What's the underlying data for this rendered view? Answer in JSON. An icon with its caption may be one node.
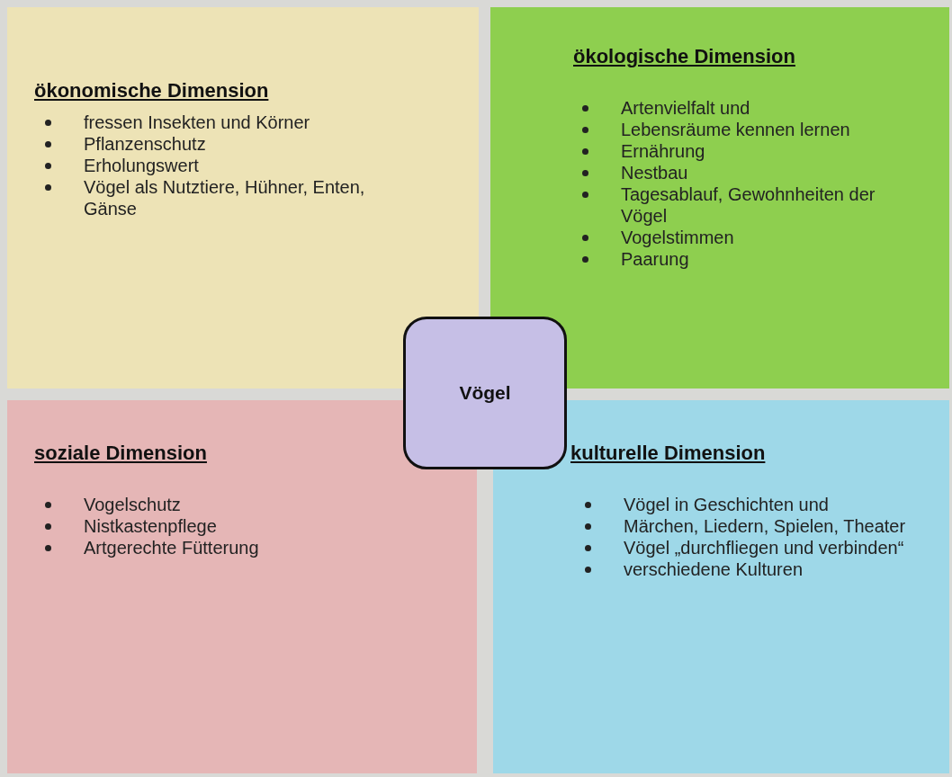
{
  "diagram": {
    "nodes": [
      {
        "text": [
          "ökonomische Dimension",
          "fressen Insekten und Körner",
          "Pflanzenschutz",
          "Erholungswert",
          "Vögel als Nutztiere, Hühner, Enten, Gänse"
        ]
      },
      {
        "text": [
          "ökologische Dimension",
          "Artenvielfalt und",
          "Lebensräume kennen lernen",
          "Ernährung",
          "Nestbau",
          "Tagesablauf, Gewohnheiten der Vögel",
          "Vogelstimmen",
          "Paarung"
        ]
      },
      {
        "text": [
          "soziale Dimension",
          "Vogelschutz",
          "Nistkastenpflege",
          "Artgerechte Fütterung"
        ]
      },
      {
        "text": [
          "kulturelle Dimension",
          "Vögel in Geschichten und",
          "Märchen, Liedern, Spielen, Theater",
          "Vögel „durchfliegen und verbinden“",
          "verschiedene Kulturen"
        ]
      },
      {
        "text": [
          "Vögel"
        ]
      }
    ]
  }
}
